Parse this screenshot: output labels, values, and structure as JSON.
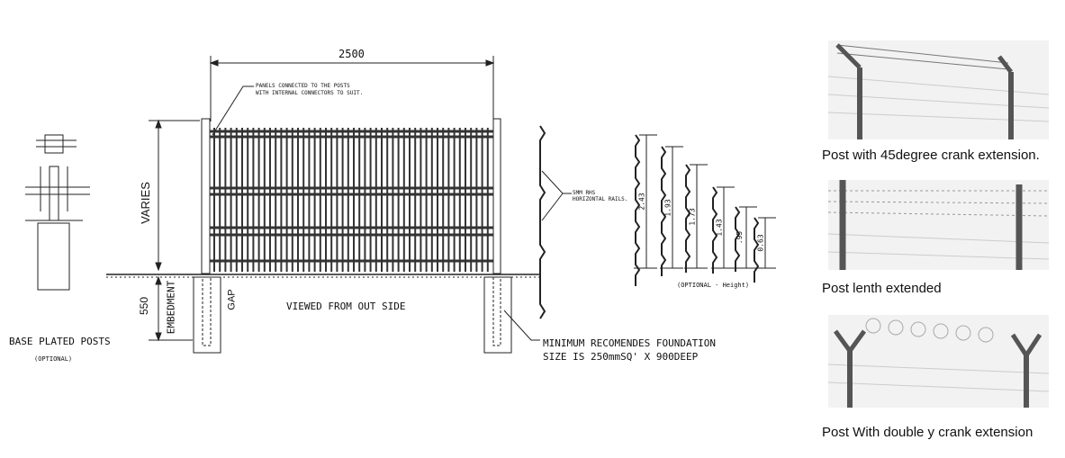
{
  "drawing": {
    "width_label": "2500",
    "panel_note": [
      "PANELS CONNECTED TO THE POSTS",
      "WITH INTERNAL CONNECTORS TO SUIT."
    ],
    "varies_label": "VARIES",
    "embed_depth": "550",
    "embedment_label": "EMBEDMENT",
    "gap_label": "GAP",
    "view_label": "VIEWED FROM OUT SIDE",
    "base_title": "BASE PLATED POSTS",
    "base_optional": "(OPTIONAL)",
    "foundation_note": [
      "MINIMUM RECOMENDES FOUNDATION",
      "SIZE IS 250mmSQ' X 900DEEP"
    ],
    "rails_note": [
      "5MM RHS",
      "HORIZONTAL RAILS."
    ],
    "heights": [
      "2.43",
      "1.93",
      "1.73",
      "1.43",
      ".95",
      "0.63"
    ],
    "heights_caption": "(OPTIONAL - Height)"
  },
  "photos": [
    {
      "caption": "Post with 45degree crank extension."
    },
    {
      "caption": "Post lenth extended"
    },
    {
      "caption": "Post With double y crank extension"
    }
  ]
}
